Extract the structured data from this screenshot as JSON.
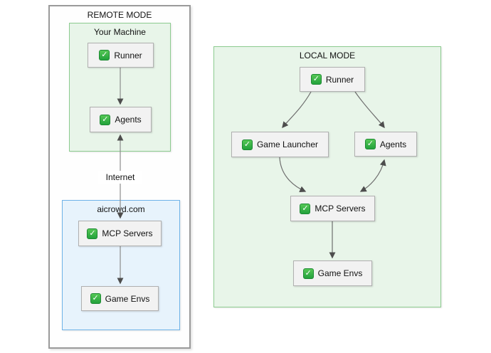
{
  "remote": {
    "title": "REMOTE MODE",
    "your_machine": {
      "title": "Your Machine",
      "runner": "Runner",
      "agents": "Agents"
    },
    "internet_label": "Internet",
    "aicrowd": {
      "title": "aicrowd.com",
      "mcp_servers": "MCP Servers",
      "game_envs": "Game Envs"
    }
  },
  "local": {
    "title": "LOCAL MODE",
    "runner": "Runner",
    "game_launcher": "Game Launcher",
    "agents": "Agents",
    "mcp_servers": "MCP Servers",
    "game_envs": "Game Envs"
  },
  "icons": {
    "check": "✓"
  },
  "colors": {
    "green_container_bg": "#e8f5e9",
    "green_container_border": "#8ccb8f",
    "blue_container_bg": "#e7f3fc",
    "blue_container_border": "#6fb3e8",
    "node_bg": "#f2f2f2",
    "node_border": "#b0b0b0",
    "edge_line": "#8c8c8c",
    "arrowhead": "#4d4d4d",
    "check_green": "#2fae44"
  }
}
